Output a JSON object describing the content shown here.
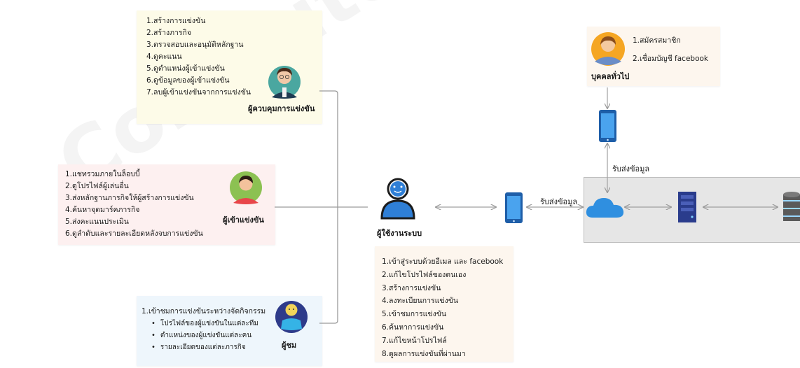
{
  "watermark": "Computer Science, Faculty of Informatics,",
  "controller": {
    "label": "ผู้ควบคุมการแข่งขัน",
    "items": [
      "1.สร้างการแข่งขัน",
      "2.สร้างภารกิจ",
      "3.ตรวจสอบและอนุมัติหลักฐาน",
      "4.ดูคะแนน",
      "5.ดูตำแหน่งผู้เข้าแข่งขัน",
      "6.ดูข้อมูลของผู้เข้าแข่งขัน",
      "7.ลบผู้เข้าแข่งขันจากการแข่งขัน"
    ]
  },
  "participant": {
    "label": "ผู้เข้าแข่งขัน",
    "items": [
      "1.แชทรวมภายในล็อบบี้",
      "2.ดูโปรไฟล์ผู้เล่นอื่น",
      "3.ส่งหลักฐานภารกิจให้ผู้สร้างการแข่งขัน",
      "4.ค้นหาจุดมาร์คภารกิจ",
      "5.ส่งคะแนนประเมิน",
      "6.ดูลำดับและรายละเอียดหลังจบการแข่งขัน"
    ]
  },
  "viewer": {
    "label": "ผู้ชม",
    "main": "1.เข้าชมการแข่งขันระหว่างจัดกิจกรรม",
    "subitems": [
      "โปรไฟล์ของผู้แข่งขันในแต่ละทีม",
      "ตำแหน่งของผู้แข่งขันแต่ละคน",
      "รายละเอียดของแต่ละภารกิจ"
    ]
  },
  "public": {
    "label": "บุคคลทั่วไป",
    "items": [
      "1.สมัครสมาชิก",
      "2.เชื่อมบัญชี facebook"
    ]
  },
  "system_user": {
    "label": "ผู้ใช้งานระบบ",
    "items": [
      "1.เข้าสู่ระบบด้วยอีเมล และ facebook",
      "2.แก้ไขโปรไฟล์ของตนเอง",
      "3.สร้างการแข่งขัน",
      "4.ลงทะเบียนการแข่งขัน",
      "5.เข้าชมการแข่งขัน",
      "6.ค้นหาการแข่งขัน",
      "7.แก้ไขหน้าโปรไฟล์",
      "8.ดูผลการแข่งขันที่ผ่านมา"
    ]
  },
  "flows": {
    "public_to_cloud": "รับส่งข้อมูล",
    "user_to_cloud": "รับส่งข้อมูล"
  },
  "colors": {
    "controller_bg": "#fdfbe8",
    "participant_bg": "#fdf0f0",
    "viewer_bg": "#eef6fc",
    "public_bg": "#fdf6ee",
    "user_bg": "#fdf6ee",
    "server_box_bg": "#e6e6e6",
    "cloud": "#2f8fe0",
    "phone": "#2f7fd6",
    "user_icon": "#1e6fc2",
    "server": "#2a3c8c"
  }
}
